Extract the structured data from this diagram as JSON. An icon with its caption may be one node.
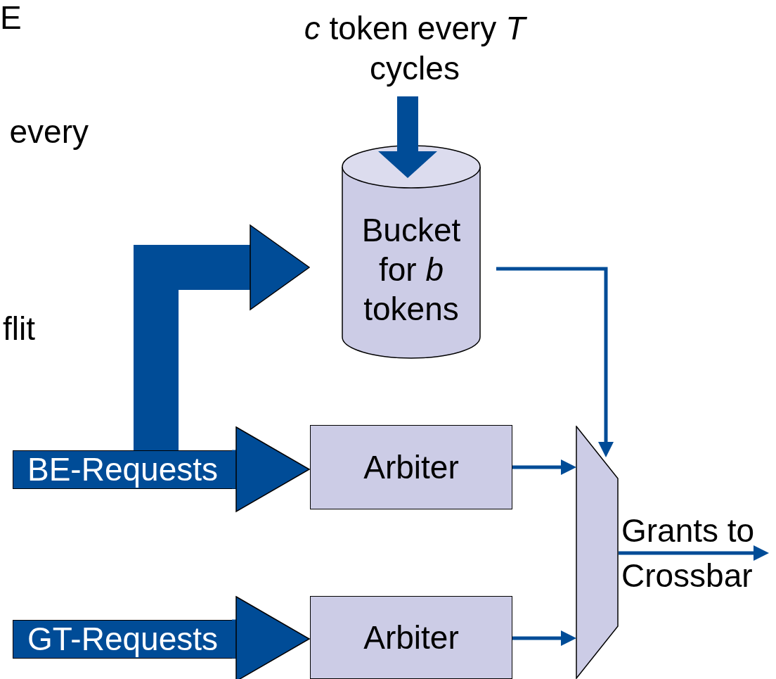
{
  "diagram": {
    "nodes": [
      {
        "text": [
          "*c* token every *T* cycles"
        ]
      },
      {
        "text": [
          "Bucket for *b* tokens"
        ]
      },
      {
        "text": [
          "BE-Requests"
        ]
      },
      {
        "text": [
          "Arbiter"
        ]
      },
      {
        "text": [
          "GT-Requests"
        ]
      },
      {
        "text": [
          "Arbiter"
        ]
      },
      {
        "text": [],
        "shape": "trapezoid"
      }
    ],
    "edges": [
      {
        "from": 0,
        "to": 1,
        "arrow": "to",
        "style": "thick"
      },
      {
        "from": 2,
        "to": 3,
        "arrow": "to",
        "style": "thick"
      },
      {
        "from": 2,
        "to": 1,
        "arrow": "to",
        "style": "thick"
      },
      {
        "from": 4,
        "to": 5,
        "arrow": "to",
        "style": "thick"
      },
      {
        "from": 3,
        "to": 6,
        "arrow": "to"
      },
      {
        "from": 5,
        "to": 6,
        "arrow": "to"
      },
      {
        "from": 1,
        "to": 6,
        "arrow": "to"
      },
      {
        "from": 6,
        "to": null,
        "arrow": "to",
        "label": "Grants to Crossbar"
      }
    ],
    "labels": [
      "E",
      "every",
      "flit"
    ]
  }
}
